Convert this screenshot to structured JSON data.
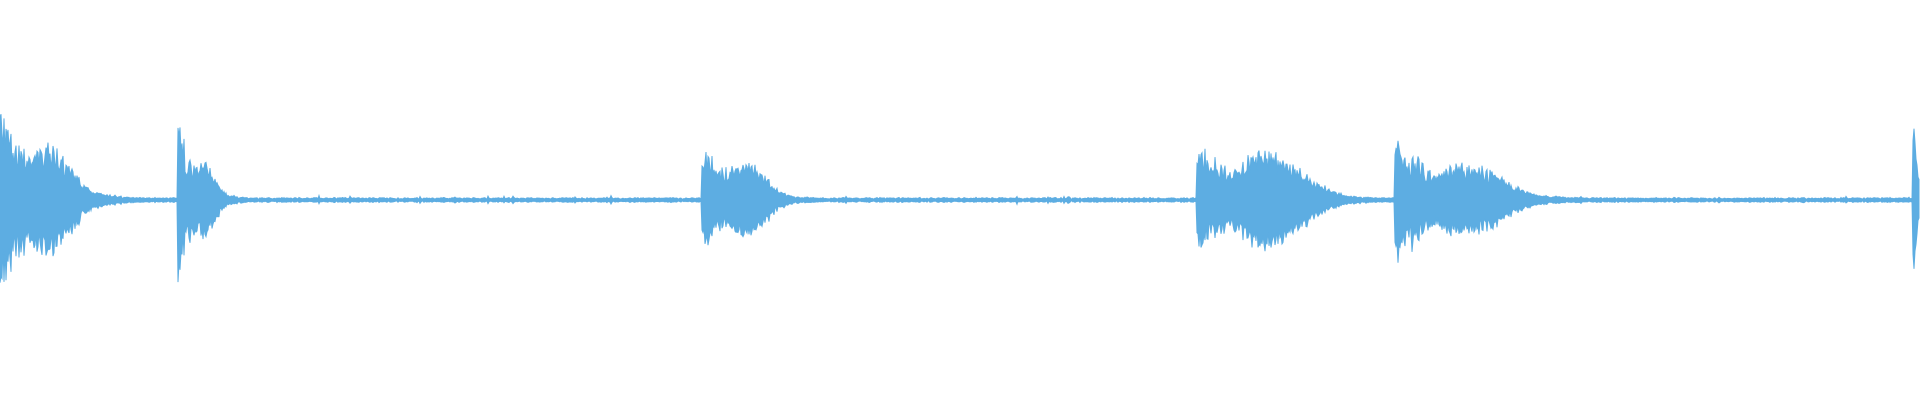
{
  "waveform": {
    "color": "#5dade2",
    "background": "#ffffff",
    "bursts": [
      {
        "time": 0.0,
        "peak": 0.92,
        "decay": 0.02,
        "echo": 0.55
      },
      {
        "time": 0.093,
        "peak": 0.77,
        "decay": 0.01,
        "echo": 0.4
      },
      {
        "time": 0.366,
        "peak": 0.55,
        "decay": 0.018,
        "echo": 0.35
      },
      {
        "time": 0.624,
        "peak": 0.52,
        "decay": 0.03,
        "echo": 0.45
      },
      {
        "time": 0.727,
        "peak": 0.58,
        "decay": 0.03,
        "echo": 0.35
      },
      {
        "time": 0.997,
        "peak": 0.6,
        "decay": 0.002,
        "echo": 0.0
      }
    ]
  }
}
